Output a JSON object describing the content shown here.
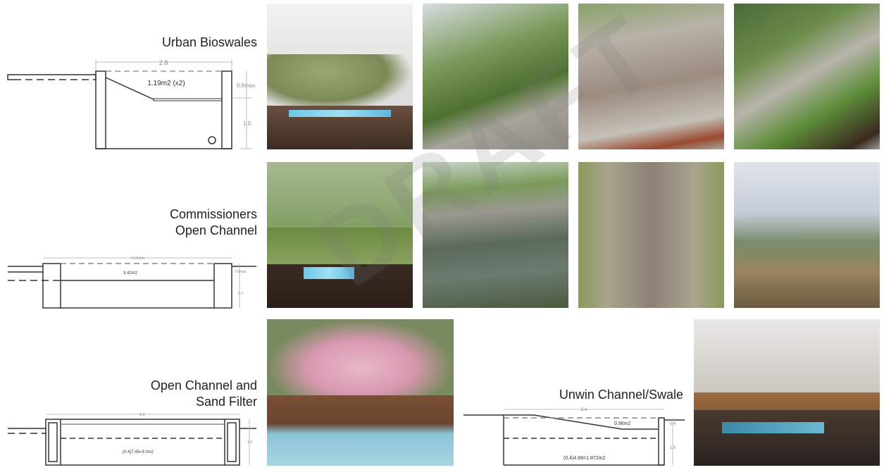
{
  "sections": [
    {
      "title_lines": [
        "Urban Bioswales"
      ],
      "dims": {
        "width": "2.8",
        "top": "0.6max",
        "depth": "1.0",
        "area": "1.19m2 (x2)"
      }
    },
    {
      "title_lines": [
        "Commissioners",
        "Open Channel"
      ],
      "dims": {
        "width": "7.0-8.0m",
        "top": "0.6max",
        "depth": "1.0",
        "area": "3.42m2"
      }
    },
    {
      "title_lines": [
        "Open Channel and",
        "Sand Filter"
      ],
      "dims": {
        "width": "8.0",
        "depth": "1.0",
        "area": "(0.4)7.45=3.0m2"
      }
    },
    {
      "title_lines": [
        "Unwin Channel/Swale"
      ],
      "dims": {
        "width": "5.4",
        "top": "0.4",
        "depth": "1.0",
        "area_top": "0.96m2",
        "area": "(0.4)4.68=1.872m2"
      }
    }
  ],
  "watermark": "DRAFT",
  "colors": {
    "line": "#333333",
    "dimension": "#999999",
    "water": "#5fb8e0"
  }
}
